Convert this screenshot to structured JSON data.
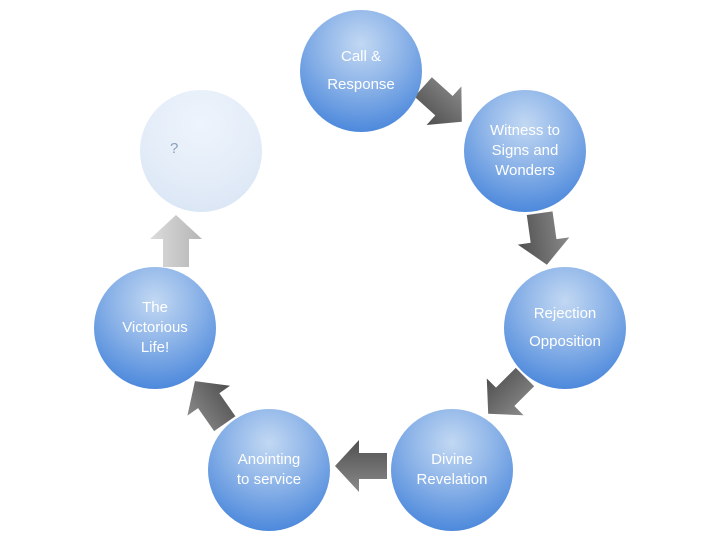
{
  "nodes": {
    "call": {
      "lines": [
        "Call &",
        "Response"
      ]
    },
    "witness": {
      "lines": [
        "Witness to",
        "Signs and",
        "Wonders"
      ]
    },
    "rejection": {
      "lines": [
        "Rejection",
        "Opposition"
      ]
    },
    "divine": {
      "lines": [
        "Divine",
        "Revelation"
      ]
    },
    "anointing": {
      "lines": [
        "Anointing",
        "to service"
      ]
    },
    "victorious": {
      "lines": [
        "The",
        "Victorious",
        "Life!"
      ]
    },
    "faded": {
      "lines": [
        "?"
      ]
    }
  },
  "colors": {
    "node_blue": "#4d89dc",
    "node_faded": "#dfe9f6",
    "arrow_dark": "#6b6b6b",
    "arrow_light": "#c8c8c8"
  }
}
